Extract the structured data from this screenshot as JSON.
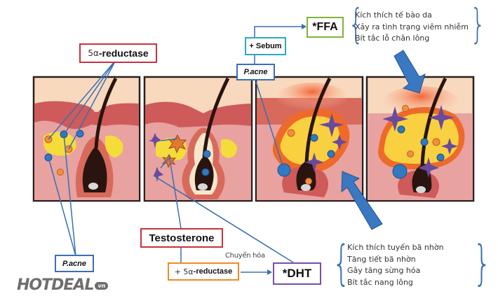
{
  "labels": {
    "reductase_top": {
      "prefix": "5α",
      "text": " -reductase"
    },
    "pacne_top": "P.acne",
    "pacne_bottom": "P.acne",
    "sebum": "+ Sebum",
    "ffa": "*FFA",
    "testosterone": "Testosterone",
    "reductase_bottom": {
      "prefix": "+ 5α",
      "text": "-reductase"
    },
    "conversion": "Chuyển hóa",
    "dht": "*DHT"
  },
  "ffa_effects": [
    "Kích thích tế bào da",
    "Xảy ra tình trạng viêm nhiễm",
    "Bít tắc lỗ chân lông"
  ],
  "dht_effects": [
    "Kích thích tuyến bã nhờn",
    "Tăng tiết bã nhờn",
    "Gây tăng sừng hóa",
    "Bít tắc nang lông"
  ],
  "panels": [
    {
      "name": "normal-follicle",
      "stage": 1
    },
    {
      "name": "hormone-activation",
      "stage": 2
    },
    {
      "name": "inflammation",
      "stage": 3
    },
    {
      "name": "severe-inflammation",
      "stage": 4
    }
  ],
  "colors": {
    "connector": "#3a6fb5",
    "arrow": "#3a78c2",
    "red_box": "#c8323c",
    "teal_box": "#2ba9c2",
    "green_box": "#7fb33a",
    "orange_box": "#f08a24",
    "purple_box": "#7a4ea0"
  },
  "watermark": {
    "brand": "HOTDEAL",
    "tld": "vn"
  }
}
